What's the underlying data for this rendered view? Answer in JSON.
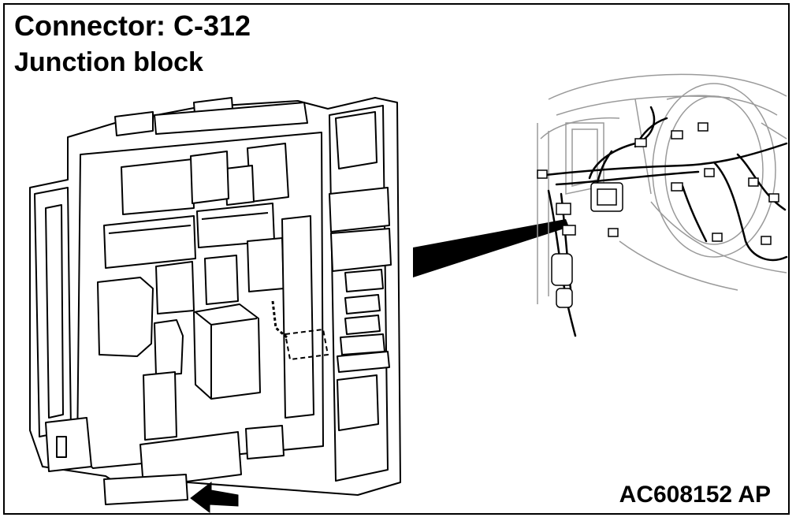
{
  "header": {
    "title": "Connector: C-312",
    "subtitle": "Junction block"
  },
  "footer": {
    "figure_id": "AC608152 AP"
  },
  "colors": {
    "line": "#000000",
    "light_line": "#9a9a9a",
    "component_fill": "#ffffff",
    "pointer_fill": "#000000"
  },
  "icons": [
    "junction-block-drawing",
    "dashboard-harness-drawing",
    "location-pointer-arrow",
    "connector-indicator-arrow"
  ]
}
